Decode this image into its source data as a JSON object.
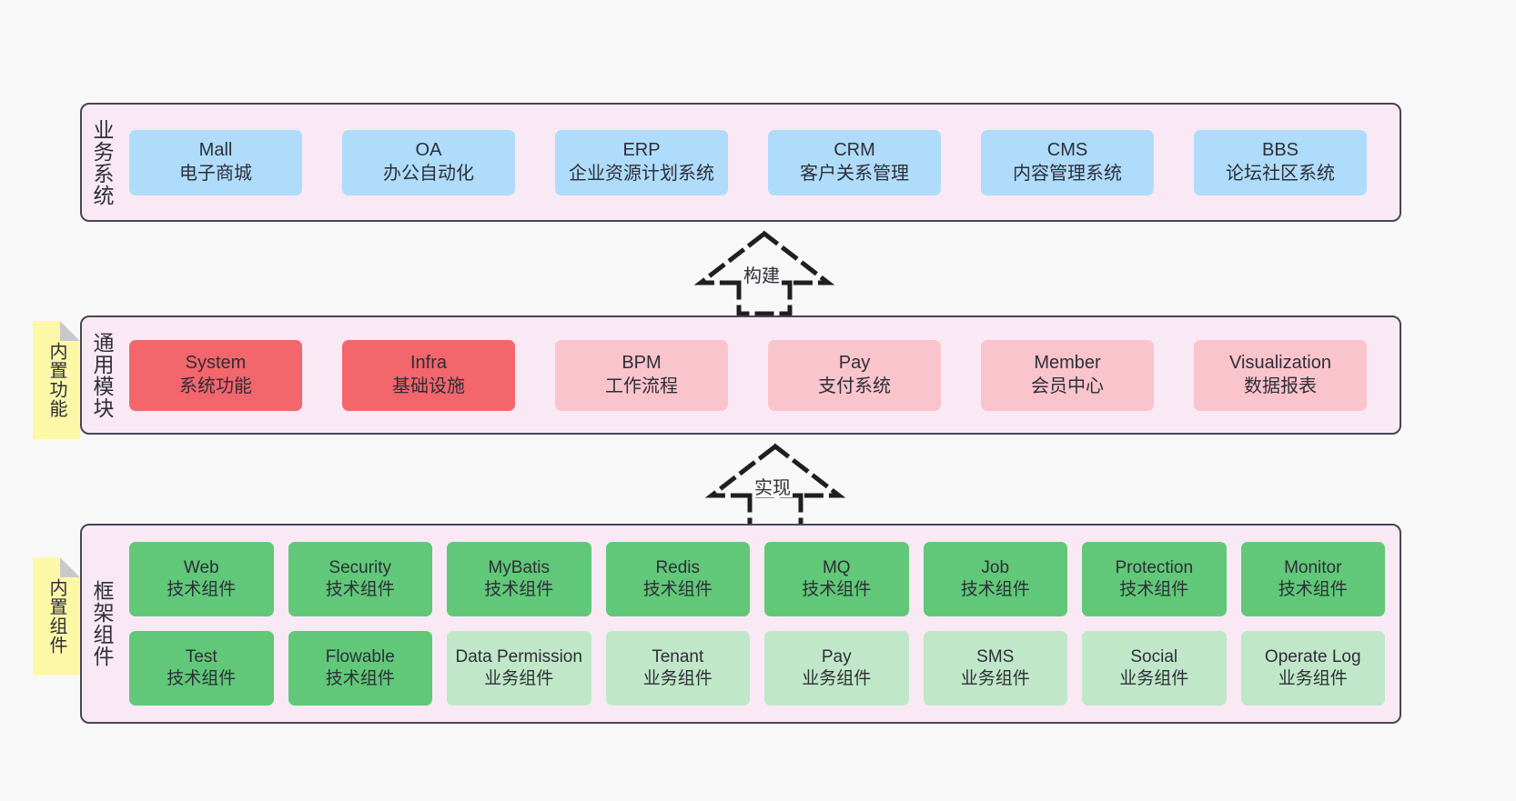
{
  "theme": {
    "background": "#f8f8f8",
    "layer_fill": "#f9e9f4",
    "layer_border": "#4a4453",
    "business_node": "#aedcfa",
    "module_primary": "#f3666c",
    "module_secondary": "#fac4cc",
    "framework_tech": "#60c878",
    "framework_biz": "#c0e7c8",
    "note_fill": "#fdf8a8",
    "note_fold": "#c9c9c9",
    "text": "#2e2e38"
  },
  "notes": [
    {
      "name": "builtin-function",
      "label": "内置功能"
    },
    {
      "name": "builtin-component",
      "label": "内置组件"
    }
  ],
  "connectors": [
    {
      "name": "build",
      "label": "构建",
      "style": "dashed-generalization",
      "direction": "up"
    },
    {
      "name": "implement",
      "label": "实现",
      "style": "dashed-generalization",
      "direction": "up"
    }
  ],
  "layers": [
    {
      "id": "business",
      "title": "业务系统",
      "nodes": [
        {
          "en": "Mall",
          "cn": "电子商城",
          "color": "#aedcfa"
        },
        {
          "en": "OA",
          "cn": "办公自动化",
          "color": "#aedcfa"
        },
        {
          "en": "ERP",
          "cn": "企业资源计划系统",
          "color": "#aedcfa"
        },
        {
          "en": "CRM",
          "cn": "客户关系管理",
          "color": "#aedcfa"
        },
        {
          "en": "CMS",
          "cn": "内容管理系统",
          "color": "#aedcfa"
        },
        {
          "en": "BBS",
          "cn": "论坛社区系统",
          "color": "#aedcfa"
        }
      ]
    },
    {
      "id": "module",
      "title": "通用模块",
      "nodes": [
        {
          "en": "System",
          "cn": "系统功能",
          "color": "#f3666c"
        },
        {
          "en": "Infra",
          "cn": "基础设施",
          "color": "#f3666c"
        },
        {
          "en": "BPM",
          "cn": "工作流程",
          "color": "#fac4cc"
        },
        {
          "en": "Pay",
          "cn": "支付系统",
          "color": "#fac4cc"
        },
        {
          "en": "Member",
          "cn": "会员中心",
          "color": "#fac4cc"
        },
        {
          "en": "Visualization",
          "cn": "数据报表",
          "color": "#fac4cc"
        }
      ]
    },
    {
      "id": "framework",
      "title": "框架组件",
      "nodes": [
        {
          "en": "Web",
          "cn": "技术组件",
          "color": "#60c878"
        },
        {
          "en": "Security",
          "cn": "技术组件",
          "color": "#60c878"
        },
        {
          "en": "MyBatis",
          "cn": "技术组件",
          "color": "#60c878"
        },
        {
          "en": "Redis",
          "cn": "技术组件",
          "color": "#60c878"
        },
        {
          "en": "MQ",
          "cn": "技术组件",
          "color": "#60c878"
        },
        {
          "en": "Job",
          "cn": "技术组件",
          "color": "#60c878"
        },
        {
          "en": "Protection",
          "cn": "技术组件",
          "color": "#60c878"
        },
        {
          "en": "Monitor",
          "cn": "技术组件",
          "color": "#60c878"
        },
        {
          "en": "Test",
          "cn": "技术组件",
          "color": "#60c878"
        },
        {
          "en": "Flowable",
          "cn": "技术组件",
          "color": "#60c878"
        },
        {
          "en": "Data Permission",
          "cn": "业务组件",
          "color": "#c0e7c8"
        },
        {
          "en": "Tenant",
          "cn": "业务组件",
          "color": "#c0e7c8"
        },
        {
          "en": "Pay",
          "cn": "业务组件",
          "color": "#c0e7c8"
        },
        {
          "en": "SMS",
          "cn": "业务组件",
          "color": "#c0e7c8"
        },
        {
          "en": "Social",
          "cn": "业务组件",
          "color": "#c0e7c8"
        },
        {
          "en": "Operate Log",
          "cn": "业务组件",
          "color": "#c0e7c8"
        }
      ]
    }
  ]
}
